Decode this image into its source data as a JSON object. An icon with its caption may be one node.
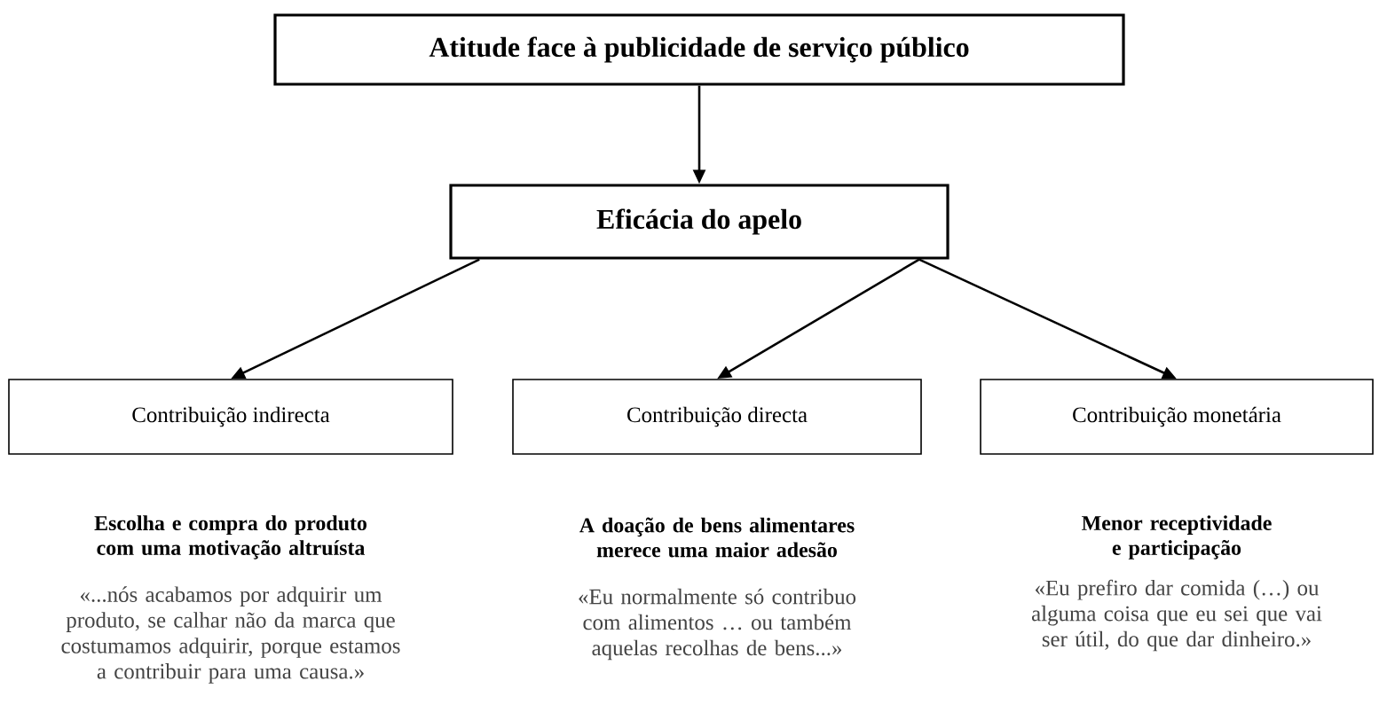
{
  "diagram": {
    "nodes": [
      {
        "text": [
          "Atitude face à publicidade de serviço público"
        ]
      },
      {
        "text": [
          "Eficácia do apelo"
        ]
      },
      {
        "text": [
          "Contribuição indirecta"
        ]
      },
      {
        "text": [
          "Contribuição directa"
        ]
      },
      {
        "text": [
          "Contribuição monetária"
        ]
      }
    ],
    "edges": [
      {
        "from": 0,
        "to": 1,
        "arrow": "to"
      },
      {
        "from": 1,
        "to": 2,
        "arrow": "to"
      },
      {
        "from": 1,
        "to": 3,
        "arrow": "to"
      },
      {
        "from": 1,
        "to": 4,
        "arrow": "to"
      }
    ],
    "labels": [
      "Escolha e compra do produto com uma motivação altruísta",
      "A doação de bens alimentares merece uma maior adesão",
      "Menor receptividade e participação",
      "«...nós acabamos por adquirir um produto, se calhar não da marca que costumamos adquirir, porque estamos a contribuir para uma causa.»",
      "«Eu normalmente só contribuo com alimentos … ou também aquelas recolhas de bens...»",
      "«Eu prefiro dar comida (…) ou alguma coisa que eu sei que vai ser útil, do que dar dinheiro.»"
    ]
  }
}
